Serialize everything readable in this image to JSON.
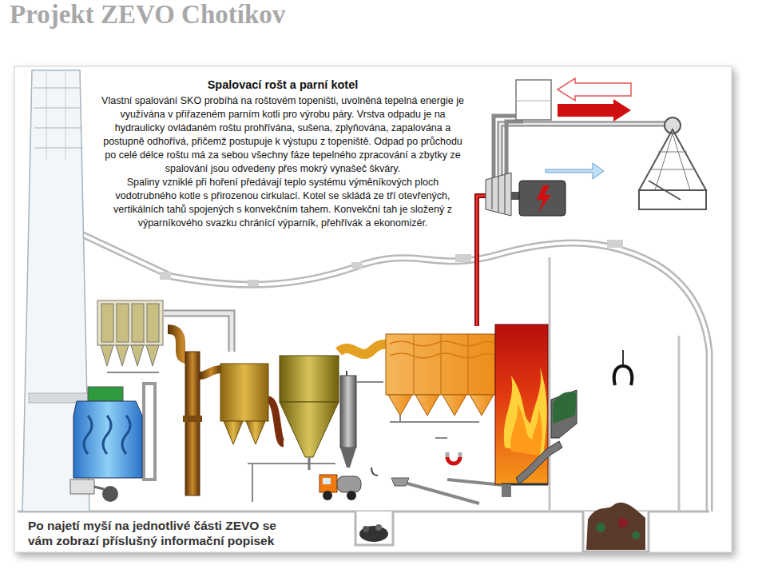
{
  "diagram": {
    "title": "Projekt ZEVO Chotíkov",
    "nodes": [
      {
        "text": [
          "Spalovací rošt a parní kotel",
          "Vlastní spalování SKO probíhá na roštovém topeništi, uvolněná tepelná energie je využívána v přiřazeném parním kotli pro výrobu páry. Vrstva odpadu je na hydraulicky ovládaném roštu prohřívána, sušena, zplyňována, zapalována a postupně odhořívá, přičemž postupuje k výstupu z topeniště. Odpad po průchodu po celé délce roštu má za sebou všechny fáze tepelného zpracování a zbytky ze spalování jsou odvedeny přes mokrý vynašeč škváry.",
          "Spaliny vzniklé při hoření předávají teplo systému výměníkových ploch vodotrubného kotle s přirozenou cirkulací. Kotel se skládá ze tří otevřených, vertikálních tahů spojených s konvekčním tahem. Konvekční tah je složený z výparníkového svazku chránící výparník, přehřívák a ekonomizér."
        ]
      }
    ],
    "labels": [
      "Po najetí myší na jednotlivé části ZEVO se vám zobrazí příslušný informační popisek"
    ]
  }
}
